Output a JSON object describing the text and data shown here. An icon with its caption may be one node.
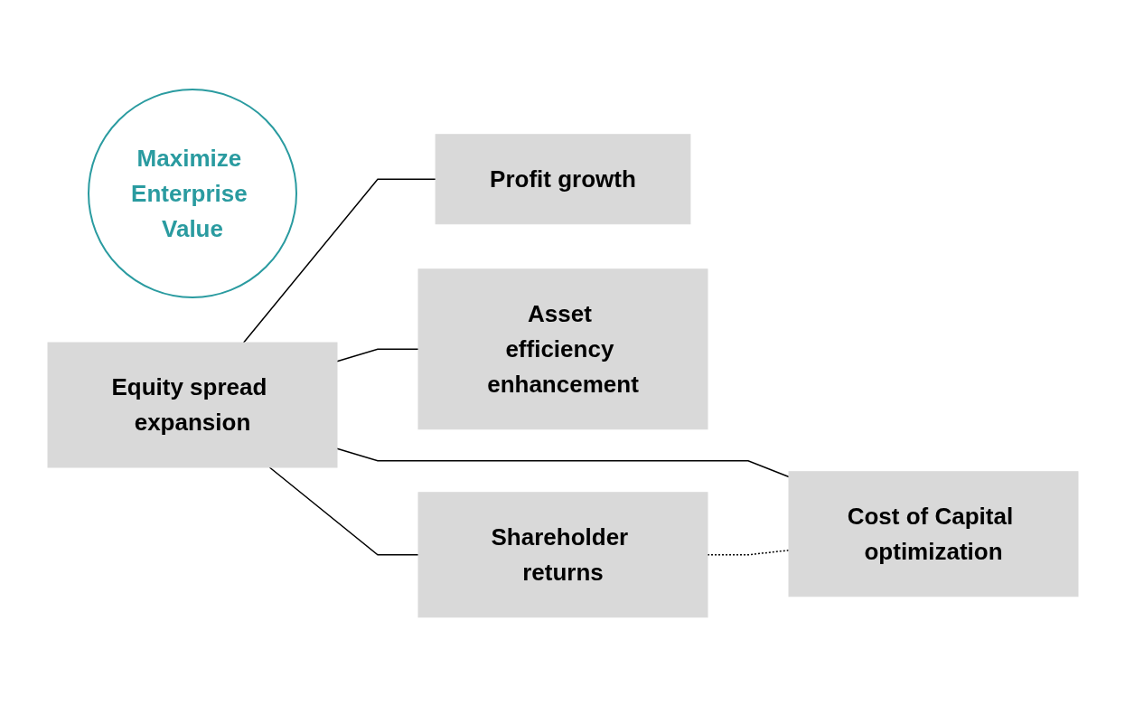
{
  "diagram": {
    "nodes": [
      {
        "text": [
          "Maximize Enterprise Value"
        ]
      },
      {
        "text": [
          "Equity spread expansion"
        ]
      },
      {
        "text": [
          "Profit growth"
        ]
      },
      {
        "text": [
          "Asset efficiency enhancement"
        ]
      },
      {
        "text": [
          "Shareholder returns"
        ]
      },
      {
        "text": [
          "Cost of Capital optimization"
        ]
      }
    ],
    "edges": [
      {
        "from": 1,
        "to": 4,
        "arrow": "none"
      },
      {
        "from": 1,
        "to": 2,
        "arrow": "none"
      },
      {
        "from": 1,
        "to": 3,
        "arrow": "none"
      },
      {
        "from": 1,
        "to": 5,
        "arrow": "none"
      },
      {
        "from": 4,
        "to": 5,
        "arrow": "none",
        "style": "dashed"
      }
    ]
  }
}
